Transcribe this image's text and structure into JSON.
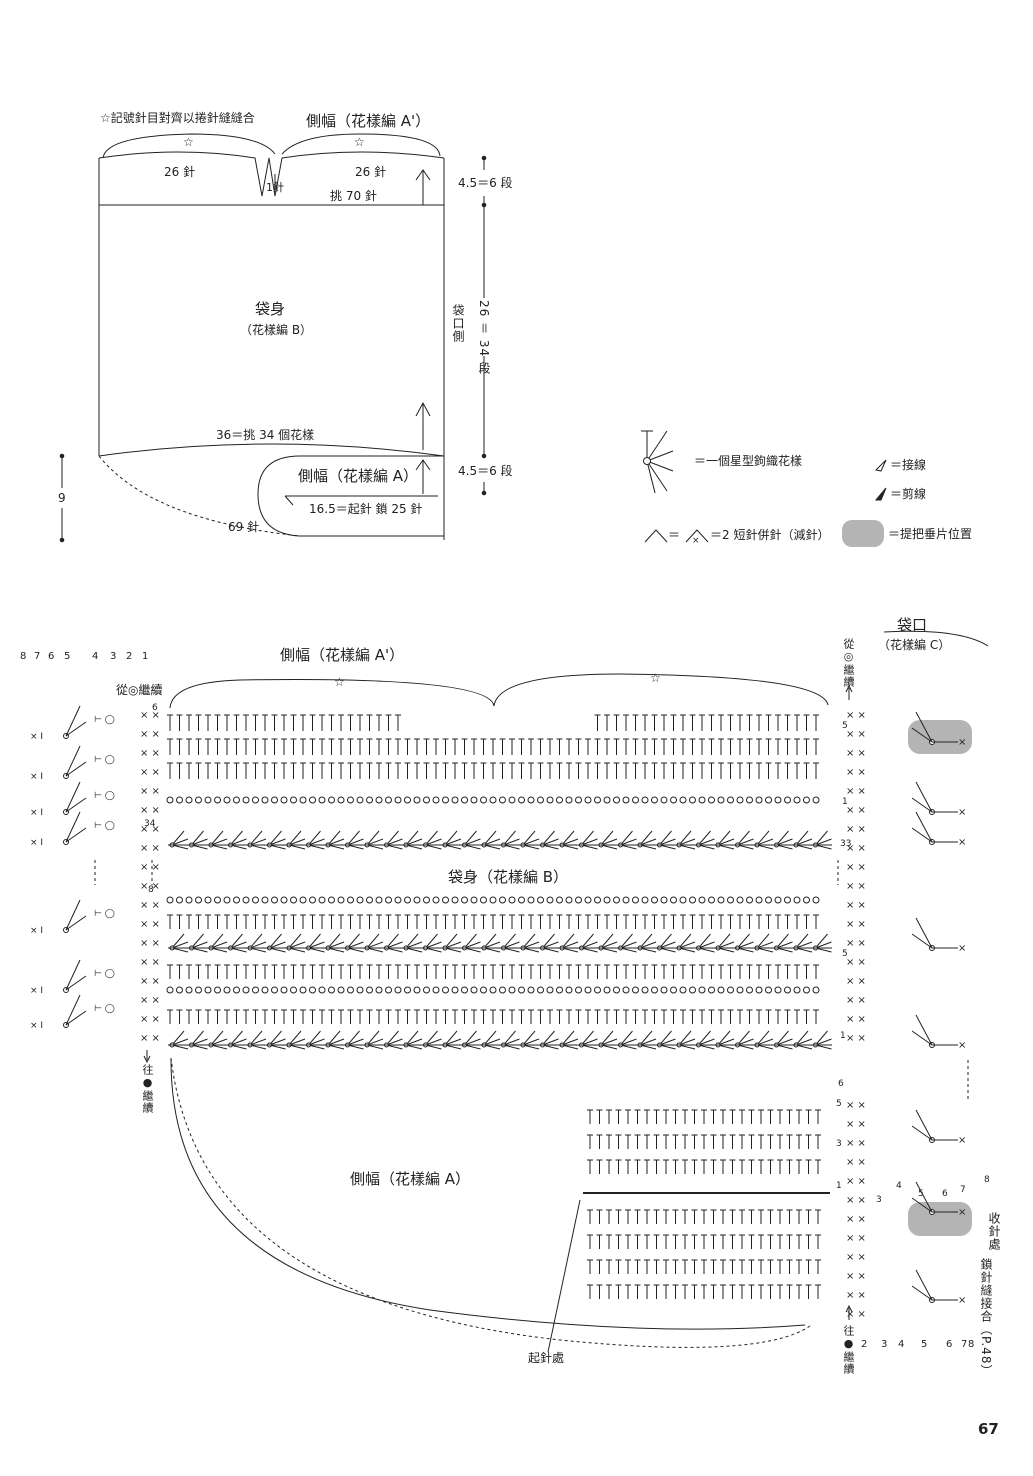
{
  "top_diagram": {
    "note_seam": "☆記號針目對齊以捲針縫縫合",
    "side_a_prime": "側幅（花樣編 A'）",
    "star": "☆",
    "st26_left": "26 針",
    "st26_right": "26 針",
    "st1": "1針",
    "pick70": "挑 70 針",
    "body_title": "袋身",
    "body_pattern": "（花樣編 B）",
    "pick36": "36＝挑 34 個花樣",
    "side_a": "側幅（花樣編 A）",
    "chain_start": "16.5＝起針 鎖 25 針",
    "st69": "69 針",
    "dim_top": "4.5＝6 段",
    "dim_mid": "26 ＝ 34 段",
    "dim_bag_mouth_side": "袋口側",
    "dim_bottom": "4.5＝6 段",
    "dim_left": "9"
  },
  "legend": {
    "star_stitch": "＝一個星型鉤織花樣",
    "join": "＝接線",
    "cut": "＝剪線",
    "dec": "＝2 短針併針（減針）",
    "handle": "＝提把垂片位置",
    "colors": {
      "handle_fill": "#b4b4b4",
      "line": "#222222"
    }
  },
  "chart": {
    "side_a_prime": "側幅（花樣編 A'）",
    "bag_mouth": "袋口",
    "bag_mouth_pattern": "（花樣編 C）",
    "from_circle": "從◎繼續",
    "from_circle_right": "從◎繼續",
    "body": "袋身（花樣編 B）",
    "to_dot_left": "往●繼續",
    "side_a": "側幅（花樣編 A）",
    "start_point": "起針處",
    "end_point": "收針處",
    "slip_join": "鎖針縫接合（P.48）",
    "to_dot_right": "往●繼續",
    "left_rows": [
      "8",
      "7",
      "6",
      "5",
      "4",
      "3",
      "2",
      "1"
    ],
    "row_marks": {
      "r6": "6",
      "r34": "34",
      "r8": "8",
      "r5a": "5",
      "r1a": "1",
      "r33": "33",
      "r5b": "5",
      "r1b": "1",
      "r6c": "6",
      "r5c": "5",
      "r3c": "3",
      "r1c": "1"
    },
    "bottom_nums": [
      "2",
      "3",
      "4",
      "5",
      "6",
      "7",
      "8"
    ],
    "right_nums": [
      "8",
      "7",
      "6",
      "5",
      "4",
      "3"
    ]
  },
  "page_number": "67"
}
